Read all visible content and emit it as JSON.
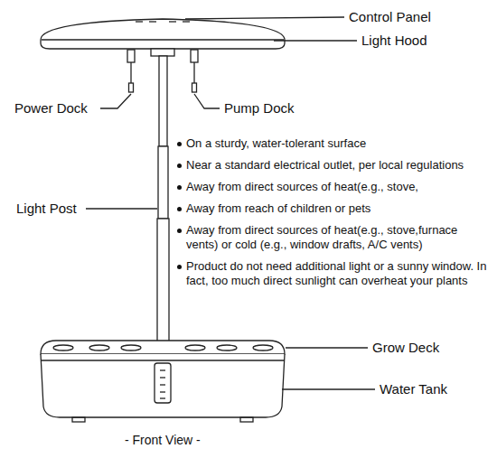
{
  "diagram": {
    "caption": "- Front View -",
    "labels": [
      "Control Panel",
      "Light Hood",
      "Power Dock",
      "Pump Dock",
      "Light Post",
      "On a sturdy, water-tolerant surface",
      "Near a standard electrical outlet, per local regulations",
      "Away from direct sources of heat(e.g., stove,",
      "Away from reach of children or pets",
      "Away from direct sources of heat(e.g., stove,furnace vents) or cold (e.g., window drafts, A/C vents)",
      "Product do not need additional light or a sunny window. In fact, too much direct sunlight can overheat your plants",
      "Grow Deck",
      "Water Tank"
    ]
  }
}
